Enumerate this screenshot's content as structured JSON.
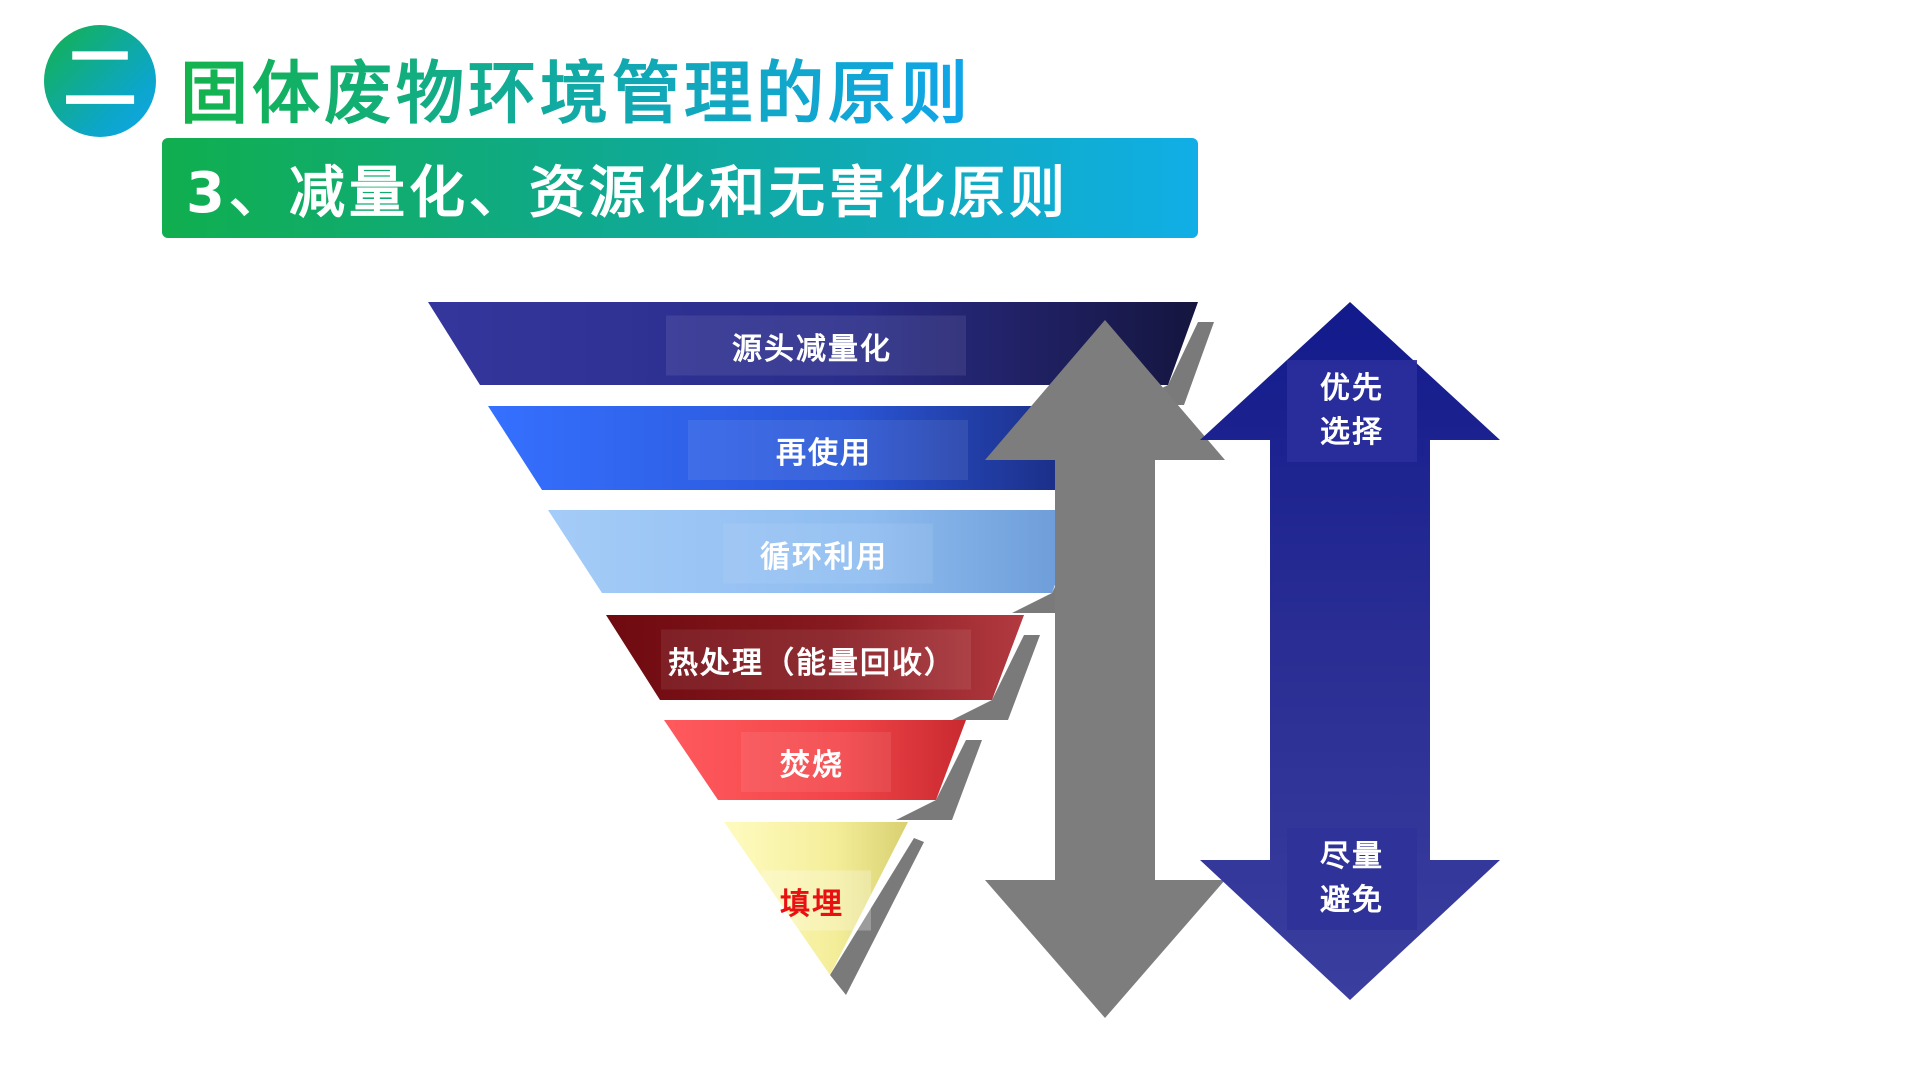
{
  "header": {
    "badge": "二",
    "title": "固体废物环境管理的原则",
    "subtitle": "3、减量化、资源化和无害化原则"
  },
  "pyramid": {
    "layers": [
      {
        "label": "源头减量化",
        "color": "#2b2d8c",
        "text_color": "#ffffff"
      },
      {
        "label": "再使用",
        "color": "#2f63e8",
        "text_color": "#ffffff"
      },
      {
        "label": "循环利用",
        "color": "#8fbef2",
        "text_color": "#ffffff"
      },
      {
        "label": "热处理（能量回收）",
        "color": "#8c1a1e",
        "text_color": "#ffffff"
      },
      {
        "label": "焚烧",
        "color": "#f24a4e",
        "text_color": "#ffffff"
      },
      {
        "label": "填埋",
        "color": "#f5f0a0",
        "text_color": "#e81010"
      }
    ]
  },
  "arrow": {
    "top_label_line1": "优先",
    "top_label_line2": "选择",
    "bottom_label_line1": "尽量",
    "bottom_label_line2": "避免",
    "color": "#2a2d96"
  }
}
